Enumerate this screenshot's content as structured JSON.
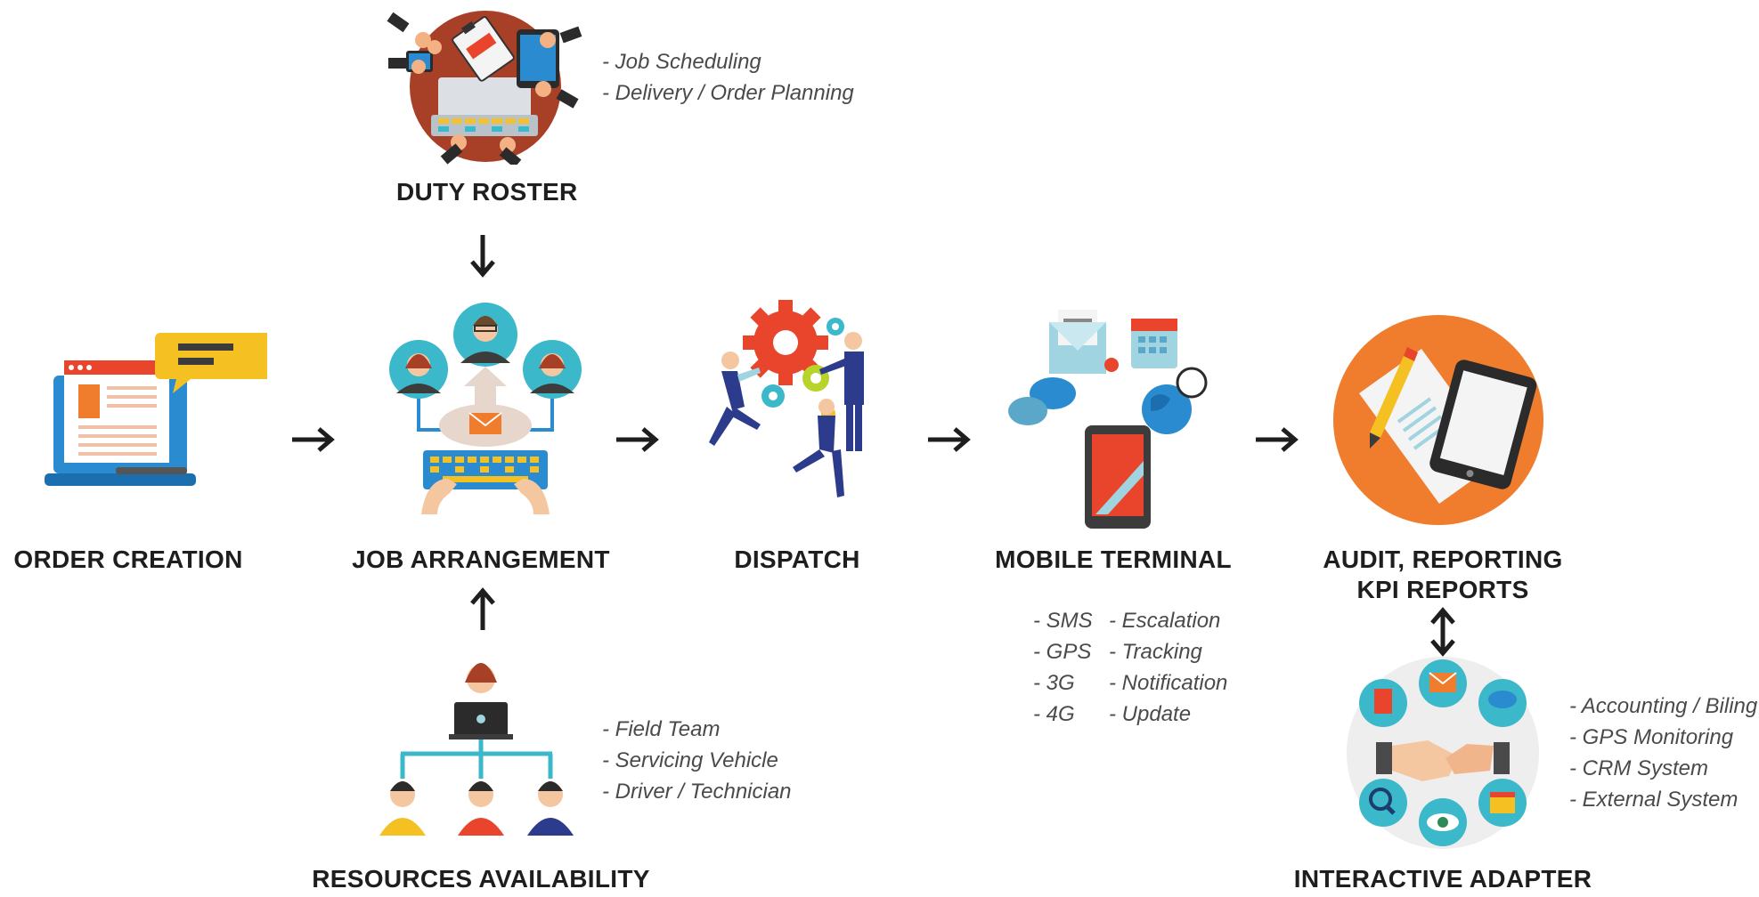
{
  "stages": {
    "duty_roster": {
      "label": "DUTY ROSTER",
      "notes": [
        "- Job Scheduling",
        "- Delivery /  Order Planning"
      ]
    },
    "order_creation": {
      "label": "ORDER CREATION"
    },
    "job_arrangement": {
      "label": "JOB ARRANGEMENT"
    },
    "dispatch": {
      "label": "DISPATCH"
    },
    "mobile_terminal": {
      "label": "MOBILE TERMINAL",
      "channels": [
        "- SMS",
        "- GPS",
        "- 3G",
        "- 4G"
      ],
      "functions": [
        "- Escalation",
        "- Tracking",
        "- Notification",
        "- Update"
      ]
    },
    "audit": {
      "label_line1": "AUDIT, REPORTING",
      "label_line2": "KPI REPORTS"
    },
    "resources": {
      "label": "RESOURCES AVAILABILITY",
      "notes": [
        "- Field Team",
        "- Servicing Vehicle",
        "- Driver / Technician"
      ]
    },
    "adapter": {
      "label": "INTERACTIVE ADAPTER",
      "notes": [
        "- Accounting /  Biling",
        "- GPS Monitoring",
        "- CRM System",
        "- External System"
      ]
    }
  },
  "icons": {
    "duty_roster": "teamwork-desk-icon",
    "order_creation": "laptop-chat-icon",
    "job_arrangement": "team-keyboard-icon",
    "dispatch": "gears-team-icon",
    "mobile_terminal": "mobile-devices-icon",
    "audit": "tablet-document-icon",
    "resources": "org-chart-icon",
    "adapter": "handshake-hub-icon"
  },
  "colors": {
    "orange": "#ef7d2d",
    "teal": "#3bb8c9",
    "brown": "#a83f27",
    "blue": "#2a8bd0",
    "red": "#e8452c",
    "text": "#1e1e1e",
    "note": "#4a4a4a"
  }
}
